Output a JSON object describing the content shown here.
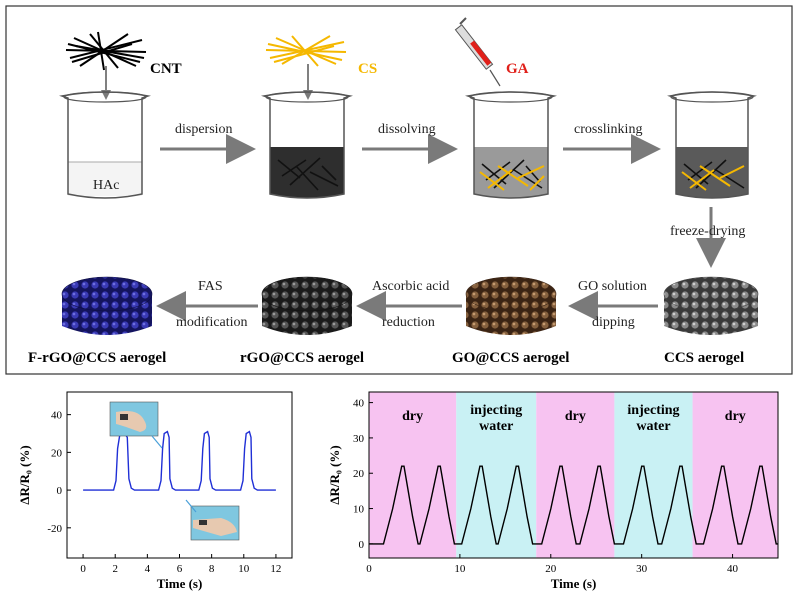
{
  "scheme": {
    "step1": {
      "material": "CNT",
      "solvent": "HAc"
    },
    "step2": {
      "material": "CS"
    },
    "step3": {
      "material": "GA"
    },
    "arrows": {
      "a1": "dispersion",
      "a2": "dissolving",
      "a3": "crosslinking",
      "a4": "freeze-drying",
      "a5_top": "GO solution",
      "a5_bottom": "dipping",
      "a6_top": "Ascorbic acid",
      "a6_bottom": "reduction",
      "a7_top": "FAS",
      "a7_bottom": "modification"
    },
    "products": {
      "ccs": "CCS aerogel",
      "go": "GO@CCS aerogel",
      "rgo": "rGO@CCS aerogel",
      "frgo": "F-rGO@CCS aerogel"
    },
    "colors": {
      "cnt": "#000000",
      "cs": "#f5b800",
      "ga_text": "#e0201a",
      "frgo": "#1d1d7a",
      "rgo": "#2a2a2a",
      "go": "#6b4a2e",
      "ccs": "#6a6a6a",
      "arrow": "#7a7a7a"
    }
  },
  "chart_data": [
    {
      "type": "line",
      "xlabel": "Time (s)",
      "ylabel": "ΔR/R₀ (%)",
      "xlim": [
        -1,
        13
      ],
      "ylim": [
        -36,
        52
      ],
      "xticks": [
        0,
        2,
        4,
        6,
        8,
        10,
        12
      ],
      "yticks": [
        -20,
        0,
        20,
        40
      ],
      "line_color": "#1f2fd6",
      "series": [
        {
          "x": [
            0,
            1.9,
            2.05,
            2.15,
            2.3,
            2.5,
            2.75,
            2.85,
            3.0,
            3.2,
            4.7,
            4.85,
            4.95,
            5.05,
            5.25,
            5.35,
            5.4,
            5.55,
            5.75,
            7.2,
            7.35,
            7.45,
            7.55,
            7.75,
            7.85,
            7.9,
            8.05,
            8.25,
            9.8,
            9.95,
            10.05,
            10.15,
            10.35,
            10.45,
            10.5,
            10.65,
            10.85,
            12
          ],
          "y": [
            0,
            0,
            5,
            22,
            30,
            31,
            28,
            6,
            1,
            0,
            0,
            5,
            22,
            30,
            31,
            28,
            6,
            1,
            0,
            0,
            5,
            22,
            30,
            31,
            28,
            6,
            1,
            0,
            0,
            5,
            22,
            30,
            31,
            28,
            6,
            1,
            0,
            0
          ]
        }
      ],
      "insets": [
        "bent-finger-photo",
        "straight-finger-photo"
      ]
    },
    {
      "type": "line",
      "xlabel": "Time (s)",
      "ylabel": "ΔR/R₀ (%)",
      "xlim": [
        0,
        45
      ],
      "ylim": [
        -4,
        43
      ],
      "xticks": [
        0,
        10,
        20,
        30,
        40
      ],
      "yticks": [
        0,
        10,
        20,
        30,
        40
      ],
      "line_color": "#000000",
      "regions": [
        {
          "label": "dry",
          "x0": 0,
          "x1": 9.6,
          "color": "#f7c3f1"
        },
        {
          "label": "injecting water",
          "x0": 9.6,
          "x1": 18.4,
          "color": "#c9f1f4"
        },
        {
          "label": "dry",
          "x0": 18.4,
          "x1": 27,
          "color": "#f7c3f1"
        },
        {
          "label": "injecting water",
          "x0": 27,
          "x1": 35.6,
          "color": "#c9f1f4"
        },
        {
          "label": "dry",
          "x0": 35.6,
          "x1": 45,
          "color": "#f7c3f1"
        }
      ],
      "peaks_x": [
        3.6,
        7.6,
        12.2,
        16.2,
        21.0,
        25.2,
        30.0,
        34.2,
        38.8,
        43.0
      ],
      "peak_value": 22,
      "baseline": 0
    }
  ]
}
